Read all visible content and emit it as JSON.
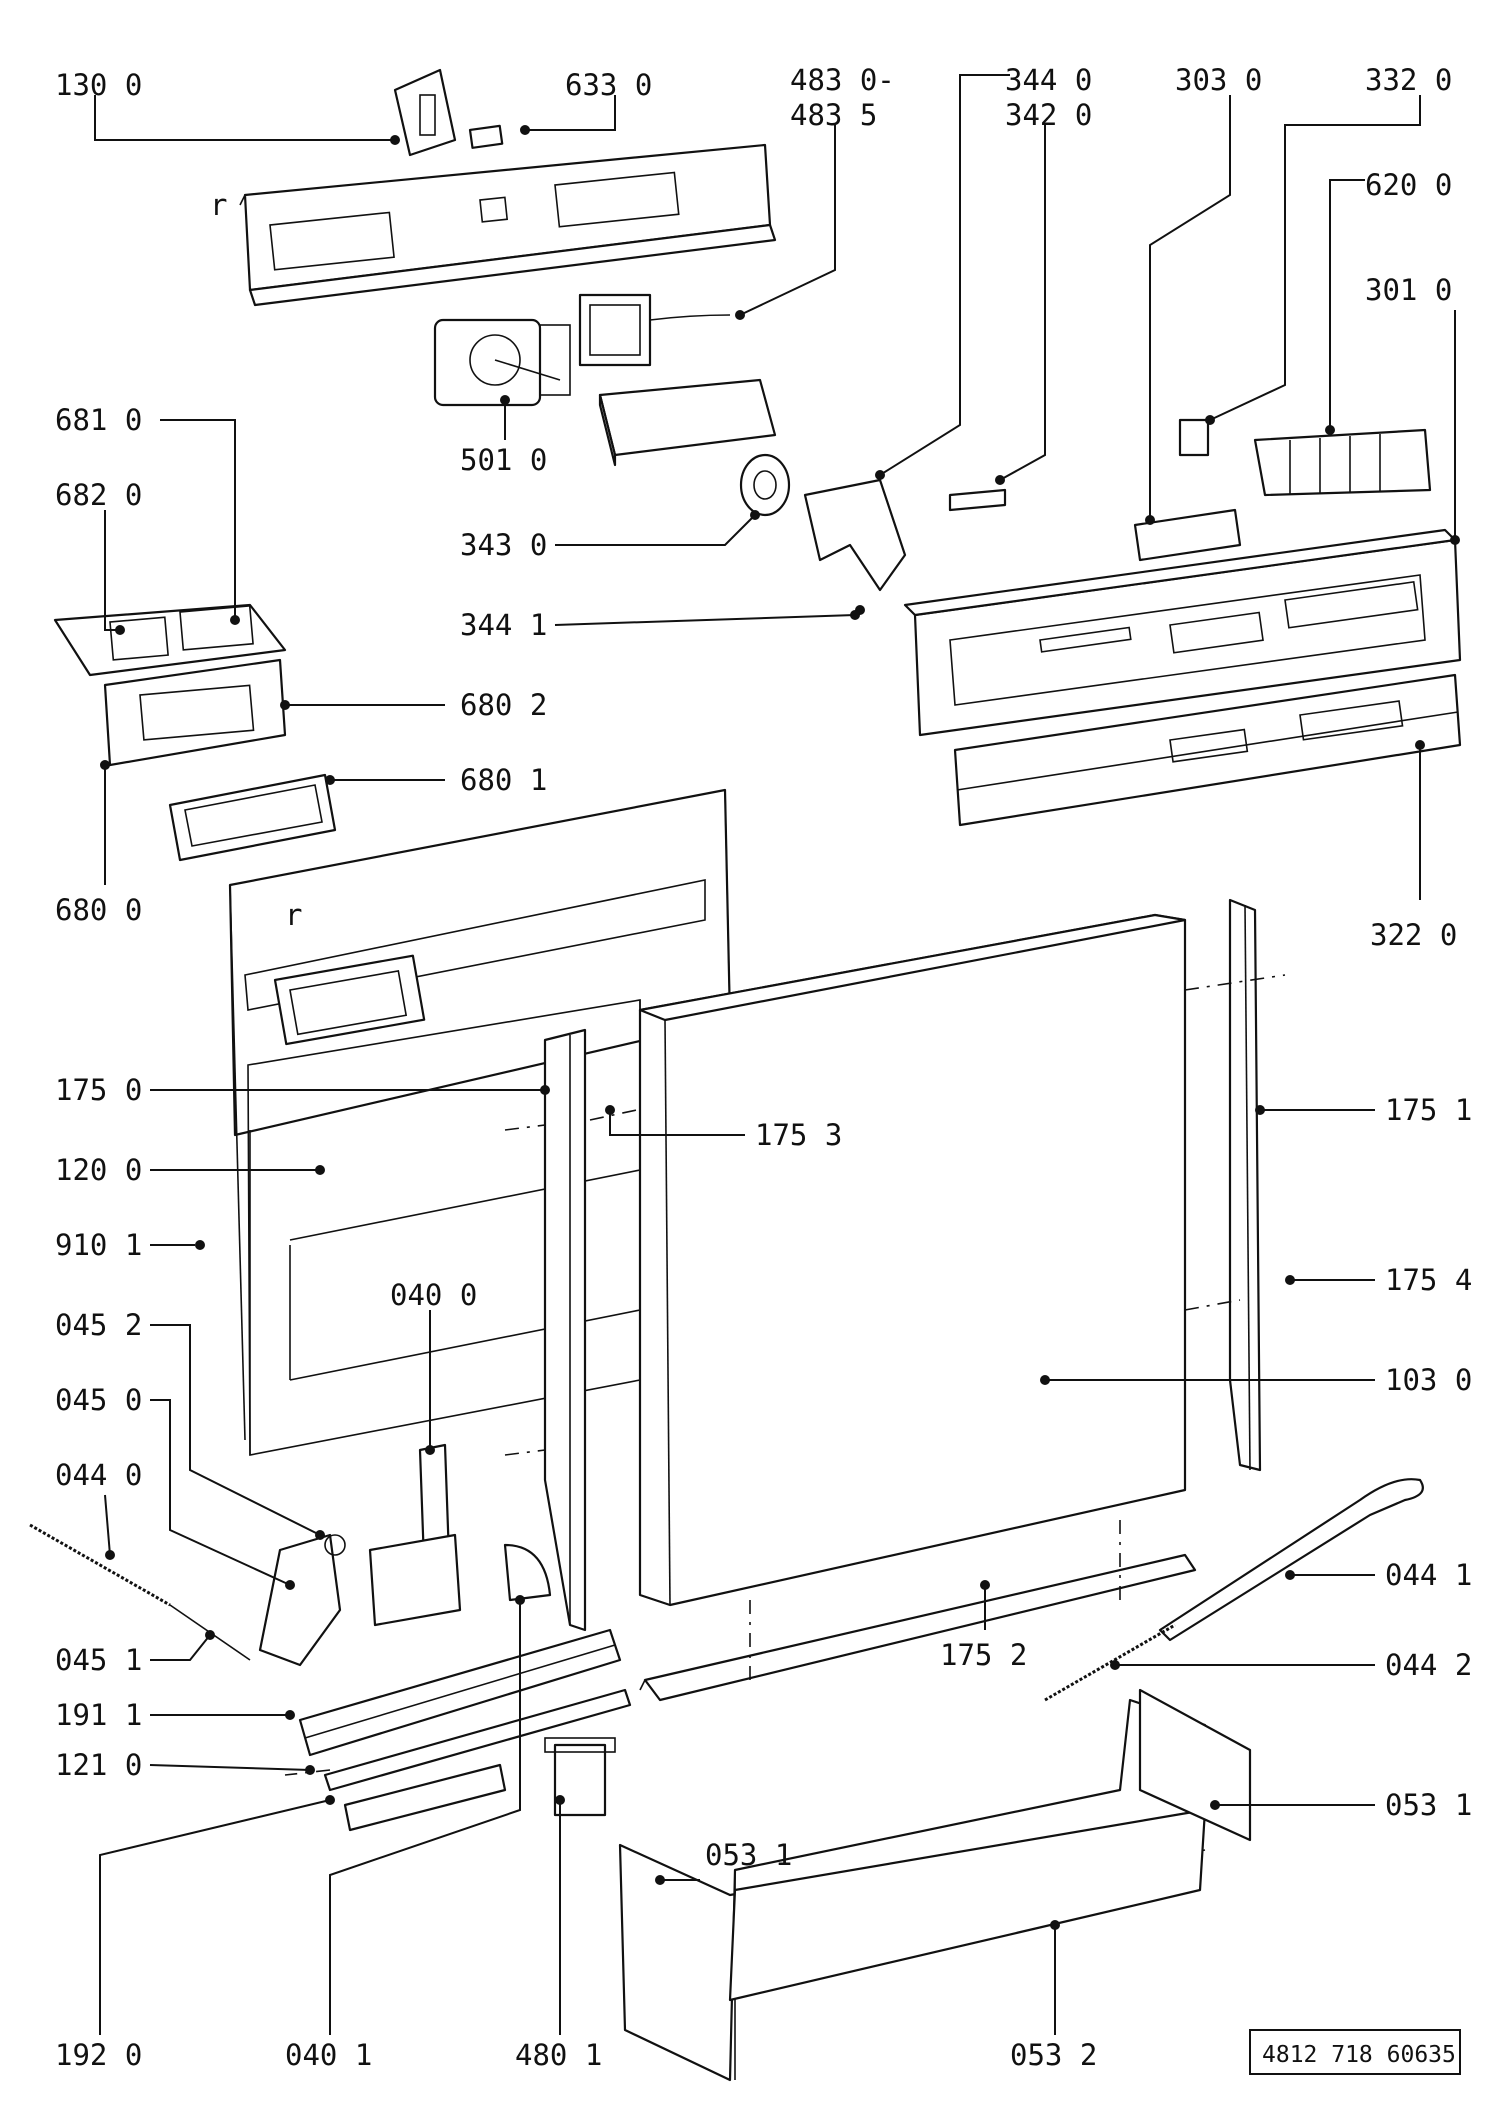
{
  "diagram": {
    "reference_number": "4812 718 60635",
    "side_marks": [
      "r",
      "r"
    ],
    "callouts": [
      {
        "id": "c-130-0",
        "label": "130 0"
      },
      {
        "id": "c-633-0",
        "label": "633 0"
      },
      {
        "id": "c-483-0",
        "label": "483 0-"
      },
      {
        "id": "c-483-5",
        "label": "483 5"
      },
      {
        "id": "c-344-0",
        "label": "344 0"
      },
      {
        "id": "c-342-0",
        "label": "342 0"
      },
      {
        "id": "c-303-0",
        "label": "303 0"
      },
      {
        "id": "c-332-0",
        "label": "332 0"
      },
      {
        "id": "c-620-0",
        "label": "620 0"
      },
      {
        "id": "c-301-0",
        "label": "301 0"
      },
      {
        "id": "c-681-0",
        "label": "681 0"
      },
      {
        "id": "c-682-0",
        "label": "682 0"
      },
      {
        "id": "c-501-0",
        "label": "501 0"
      },
      {
        "id": "c-343-0",
        "label": "343 0"
      },
      {
        "id": "c-344-1",
        "label": "344 1"
      },
      {
        "id": "c-680-2",
        "label": "680 2"
      },
      {
        "id": "c-680-1",
        "label": "680 1"
      },
      {
        "id": "c-680-0",
        "label": "680 0"
      },
      {
        "id": "c-322-0",
        "label": "322 0"
      },
      {
        "id": "c-175-0",
        "label": "175 0"
      },
      {
        "id": "c-175-3",
        "label": "175 3"
      },
      {
        "id": "c-175-1",
        "label": "175 1"
      },
      {
        "id": "c-120-0",
        "label": "120 0"
      },
      {
        "id": "c-910-1",
        "label": "910 1"
      },
      {
        "id": "c-040-0",
        "label": "040 0"
      },
      {
        "id": "c-175-4",
        "label": "175 4"
      },
      {
        "id": "c-045-2",
        "label": "045 2"
      },
      {
        "id": "c-103-0",
        "label": "103 0"
      },
      {
        "id": "c-045-0",
        "label": "045 0"
      },
      {
        "id": "c-044-0",
        "label": "044 0"
      },
      {
        "id": "c-044-1",
        "label": "044 1"
      },
      {
        "id": "c-045-1",
        "label": "045 1"
      },
      {
        "id": "c-175-2",
        "label": "175 2"
      },
      {
        "id": "c-044-2",
        "label": "044 2"
      },
      {
        "id": "c-191-1",
        "label": "191 1"
      },
      {
        "id": "c-121-0",
        "label": "121 0"
      },
      {
        "id": "c-053-1a",
        "label": "053 1"
      },
      {
        "id": "c-053-1b",
        "label": "053 1"
      },
      {
        "id": "c-192-0",
        "label": "192 0"
      },
      {
        "id": "c-040-1",
        "label": "040 1"
      },
      {
        "id": "c-480-1",
        "label": "480 1"
      },
      {
        "id": "c-053-2",
        "label": "053 2"
      }
    ]
  }
}
